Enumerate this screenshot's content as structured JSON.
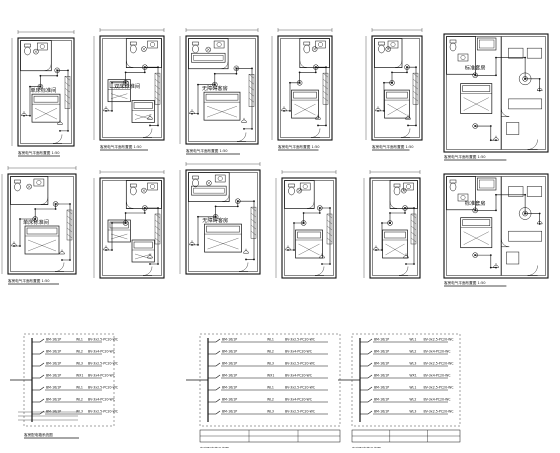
{
  "sheet": {
    "title": "",
    "line_color": "#111111",
    "room_labels": {
      "r1": "单床标准间",
      "r1b": "单床标准间",
      "r2": "双床标准间",
      "r3": "无障碍客房",
      "r3b": "无障碍客房",
      "r7": "标准套房",
      "r7b": "标准套房"
    },
    "plan_captions": [
      "客房电气平面布置图 1:50",
      "客房电气平面布置图 1:50",
      "客房电气平面布置图 1:50",
      "客房电气平面布置图 1:50",
      "客房电气平面布置图 1:50",
      "客房电气平面布置图 1:50",
      "客房电气平面布置图 1:50"
    ],
    "schematic_captions": [
      "客房配电箱系统图",
      "客房配电箱系统图",
      "客房配电箱系统图"
    ],
    "circuit_codes": [
      "BM-16/1P",
      "BV-3x2.5-PC20-WC",
      "BV-3x4-PC20-WC",
      "WL1",
      "WL2",
      "WL3",
      "WX1"
    ]
  }
}
